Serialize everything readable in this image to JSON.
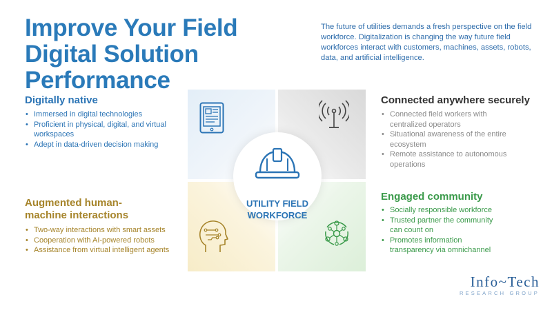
{
  "title": "Improve Your Field Digital Solution Performance",
  "intro": "The future of utilities demands a fresh perspective on the field workforce. Digitalization is changing the way future field workforces interact with customers, machines, assets, robots, data, and artificial intelligence.",
  "center": {
    "line1": "UTILITY FIELD",
    "line2": "WORKFORCE"
  },
  "sections": {
    "digitally_native": {
      "title": "Digitally native",
      "points": [
        "Immersed in digital technologies",
        "Proficient in physical, digital, and virtual workspaces",
        "Adept in data-driven decision making"
      ]
    },
    "connected": {
      "title": "Connected anywhere securely",
      "points": [
        "Connected field workers with centralized operators",
        "Situational awareness of the entire ecosystem",
        "Remote assistance to autonomous operations"
      ]
    },
    "augmented": {
      "title": "Augmented human-machine interactions",
      "points": [
        "Two-way interactions with smart assets",
        "Cooperation with AI-powered robots",
        "Assistance from virtual intelligent agents"
      ]
    },
    "engaged": {
      "title": "Engaged community",
      "points": [
        "Socially responsible workforce",
        "Trusted partner the community can count on",
        "Promotes information transparency via omnichannel"
      ]
    }
  },
  "logo": {
    "name": "Info~Tech",
    "tagline": "RESEARCH GROUP"
  },
  "icons": {
    "tablet": "tablet-icon",
    "signal": "signal-tower-icon",
    "brain": "brain-circuit-icon",
    "network": "community-network-icon",
    "helmet": "hard-hat-icon"
  },
  "colors": {
    "blue": "#2b74b5",
    "gray": "#8a8a8a",
    "gold": "#a6842a",
    "green": "#3a9a4a"
  }
}
